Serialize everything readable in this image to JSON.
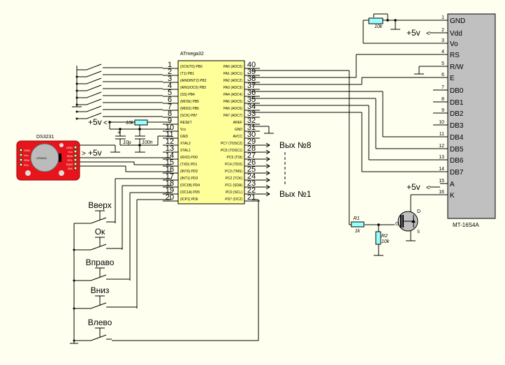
{
  "mcu": {
    "name": "ATmega32",
    "color": "#ffff99",
    "left_pins": [
      {
        "num": "1",
        "sig": "(XCK/T0) PB0"
      },
      {
        "num": "2",
        "sig": "(T1) PB1"
      },
      {
        "num": "3",
        "sig": "(AIN0/INT2) PB2"
      },
      {
        "num": "4",
        "sig": "(AIN1/OC0) PB3"
      },
      {
        "num": "5",
        "sig": "(SS) PB4"
      },
      {
        "num": "6",
        "sig": "(MOSI) PB5"
      },
      {
        "num": "7",
        "sig": "(MISO) PB6"
      },
      {
        "num": "8",
        "sig": "(SCK) PB7"
      },
      {
        "num": "9",
        "sig": "RESET"
      },
      {
        "num": "10",
        "sig": "Vcc"
      },
      {
        "num": "11",
        "sig": "GND"
      },
      {
        "num": "12",
        "sig": "XTAL2"
      },
      {
        "num": "13",
        "sig": "XTAL1"
      },
      {
        "num": "14",
        "sig": "(RXD) PD0"
      },
      {
        "num": "15",
        "sig": "(TXD) PD1"
      },
      {
        "num": "16",
        "sig": "(INT0) PD2"
      },
      {
        "num": "17",
        "sig": "(INT1) PD3"
      },
      {
        "num": "18",
        "sig": "(OC1B) PD4"
      },
      {
        "num": "19",
        "sig": "(OC1A) PD5"
      },
      {
        "num": "20",
        "sig": "(ICP1) PD6"
      }
    ],
    "right_pins": [
      {
        "num": "40",
        "sig": "PA0 (ADC0)"
      },
      {
        "num": "39",
        "sig": "PA1 (ADC1)"
      },
      {
        "num": "38",
        "sig": "PA2 (ADC2)"
      },
      {
        "num": "37",
        "sig": "PA3 (ADC3)"
      },
      {
        "num": "36",
        "sig": "PA4 (ADC4)"
      },
      {
        "num": "35",
        "sig": "PA5 (ADC5)"
      },
      {
        "num": "34",
        "sig": "PA6 (ADC6)"
      },
      {
        "num": "33",
        "sig": "PA7 (ADC7)"
      },
      {
        "num": "32",
        "sig": "AREF"
      },
      {
        "num": "31",
        "sig": "GND"
      },
      {
        "num": "30",
        "sig": "AVCC"
      },
      {
        "num": "29",
        "sig": "PC7 (TOSC2)"
      },
      {
        "num": "28",
        "sig": "PC6 (TOSC1)"
      },
      {
        "num": "27",
        "sig": "PC5 (TDI)"
      },
      {
        "num": "26",
        "sig": "PC4 (TDO)"
      },
      {
        "num": "25",
        "sig": "PC3 (TMS)"
      },
      {
        "num": "24",
        "sig": "PC2 (TCK)"
      },
      {
        "num": "23",
        "sig": "PC1 (SDA)"
      },
      {
        "num": "22",
        "sig": "PC0 (SCL)"
      },
      {
        "num": "21",
        "sig": "PD7 (OC2)"
      }
    ]
  },
  "lcd": {
    "name": "MT-16S4A",
    "color": "#c0c0c0",
    "pins": [
      {
        "num": "1",
        "sig": "GND"
      },
      {
        "num": "2",
        "sig": "Vdd"
      },
      {
        "num": "3",
        "sig": "Vo"
      },
      {
        "num": "4",
        "sig": "RS"
      },
      {
        "num": "5",
        "sig": "R/W"
      },
      {
        "num": "6",
        "sig": "E"
      },
      {
        "num": "7",
        "sig": "DB0"
      },
      {
        "num": "8",
        "sig": "DB1"
      },
      {
        "num": "9",
        "sig": "DB2"
      },
      {
        "num": "10",
        "sig": "DB3"
      },
      {
        "num": "11",
        "sig": "DB4"
      },
      {
        "num": "12",
        "sig": "DB5"
      },
      {
        "num": "13",
        "sig": "DB6"
      },
      {
        "num": "14",
        "sig": "DB7"
      },
      {
        "num": "15",
        "sig": "A"
      },
      {
        "num": "16",
        "sig": "K"
      }
    ]
  },
  "rtc": {
    "name": "DS3231",
    "battery": "CR2032",
    "color": "#e8141c",
    "left_pins": [
      "GND",
      "Vcc",
      "SDA",
      "SCL"
    ],
    "right_pins": [
      "GND",
      "Vcc",
      "SDA",
      "SCL",
      "SQW",
      "32K"
    ]
  },
  "power": {
    "vcc_label": "+5v"
  },
  "components": {
    "reset_resistor": "10k",
    "cap_electrolytic": "10µ",
    "cap_ceramic": "100n",
    "contrast_pot": "10k",
    "r1_name": "R1",
    "r1_value": "1k",
    "r2_name": "R2",
    "r2_value": "10k",
    "mosfet_gate": "G",
    "mosfet_drain": "D",
    "mosfet_source": "S",
    "resistor_color": "#99ffff",
    "mosfet_color": "#c0c0c0"
  },
  "outputs": {
    "top_label": "Вых №8",
    "bottom_label": "Вых №1"
  },
  "buttons": [
    {
      "label": "Вверх"
    },
    {
      "label": "Ок"
    },
    {
      "label": "Вправо"
    },
    {
      "label": "Вниз"
    },
    {
      "label": "Влево"
    }
  ]
}
